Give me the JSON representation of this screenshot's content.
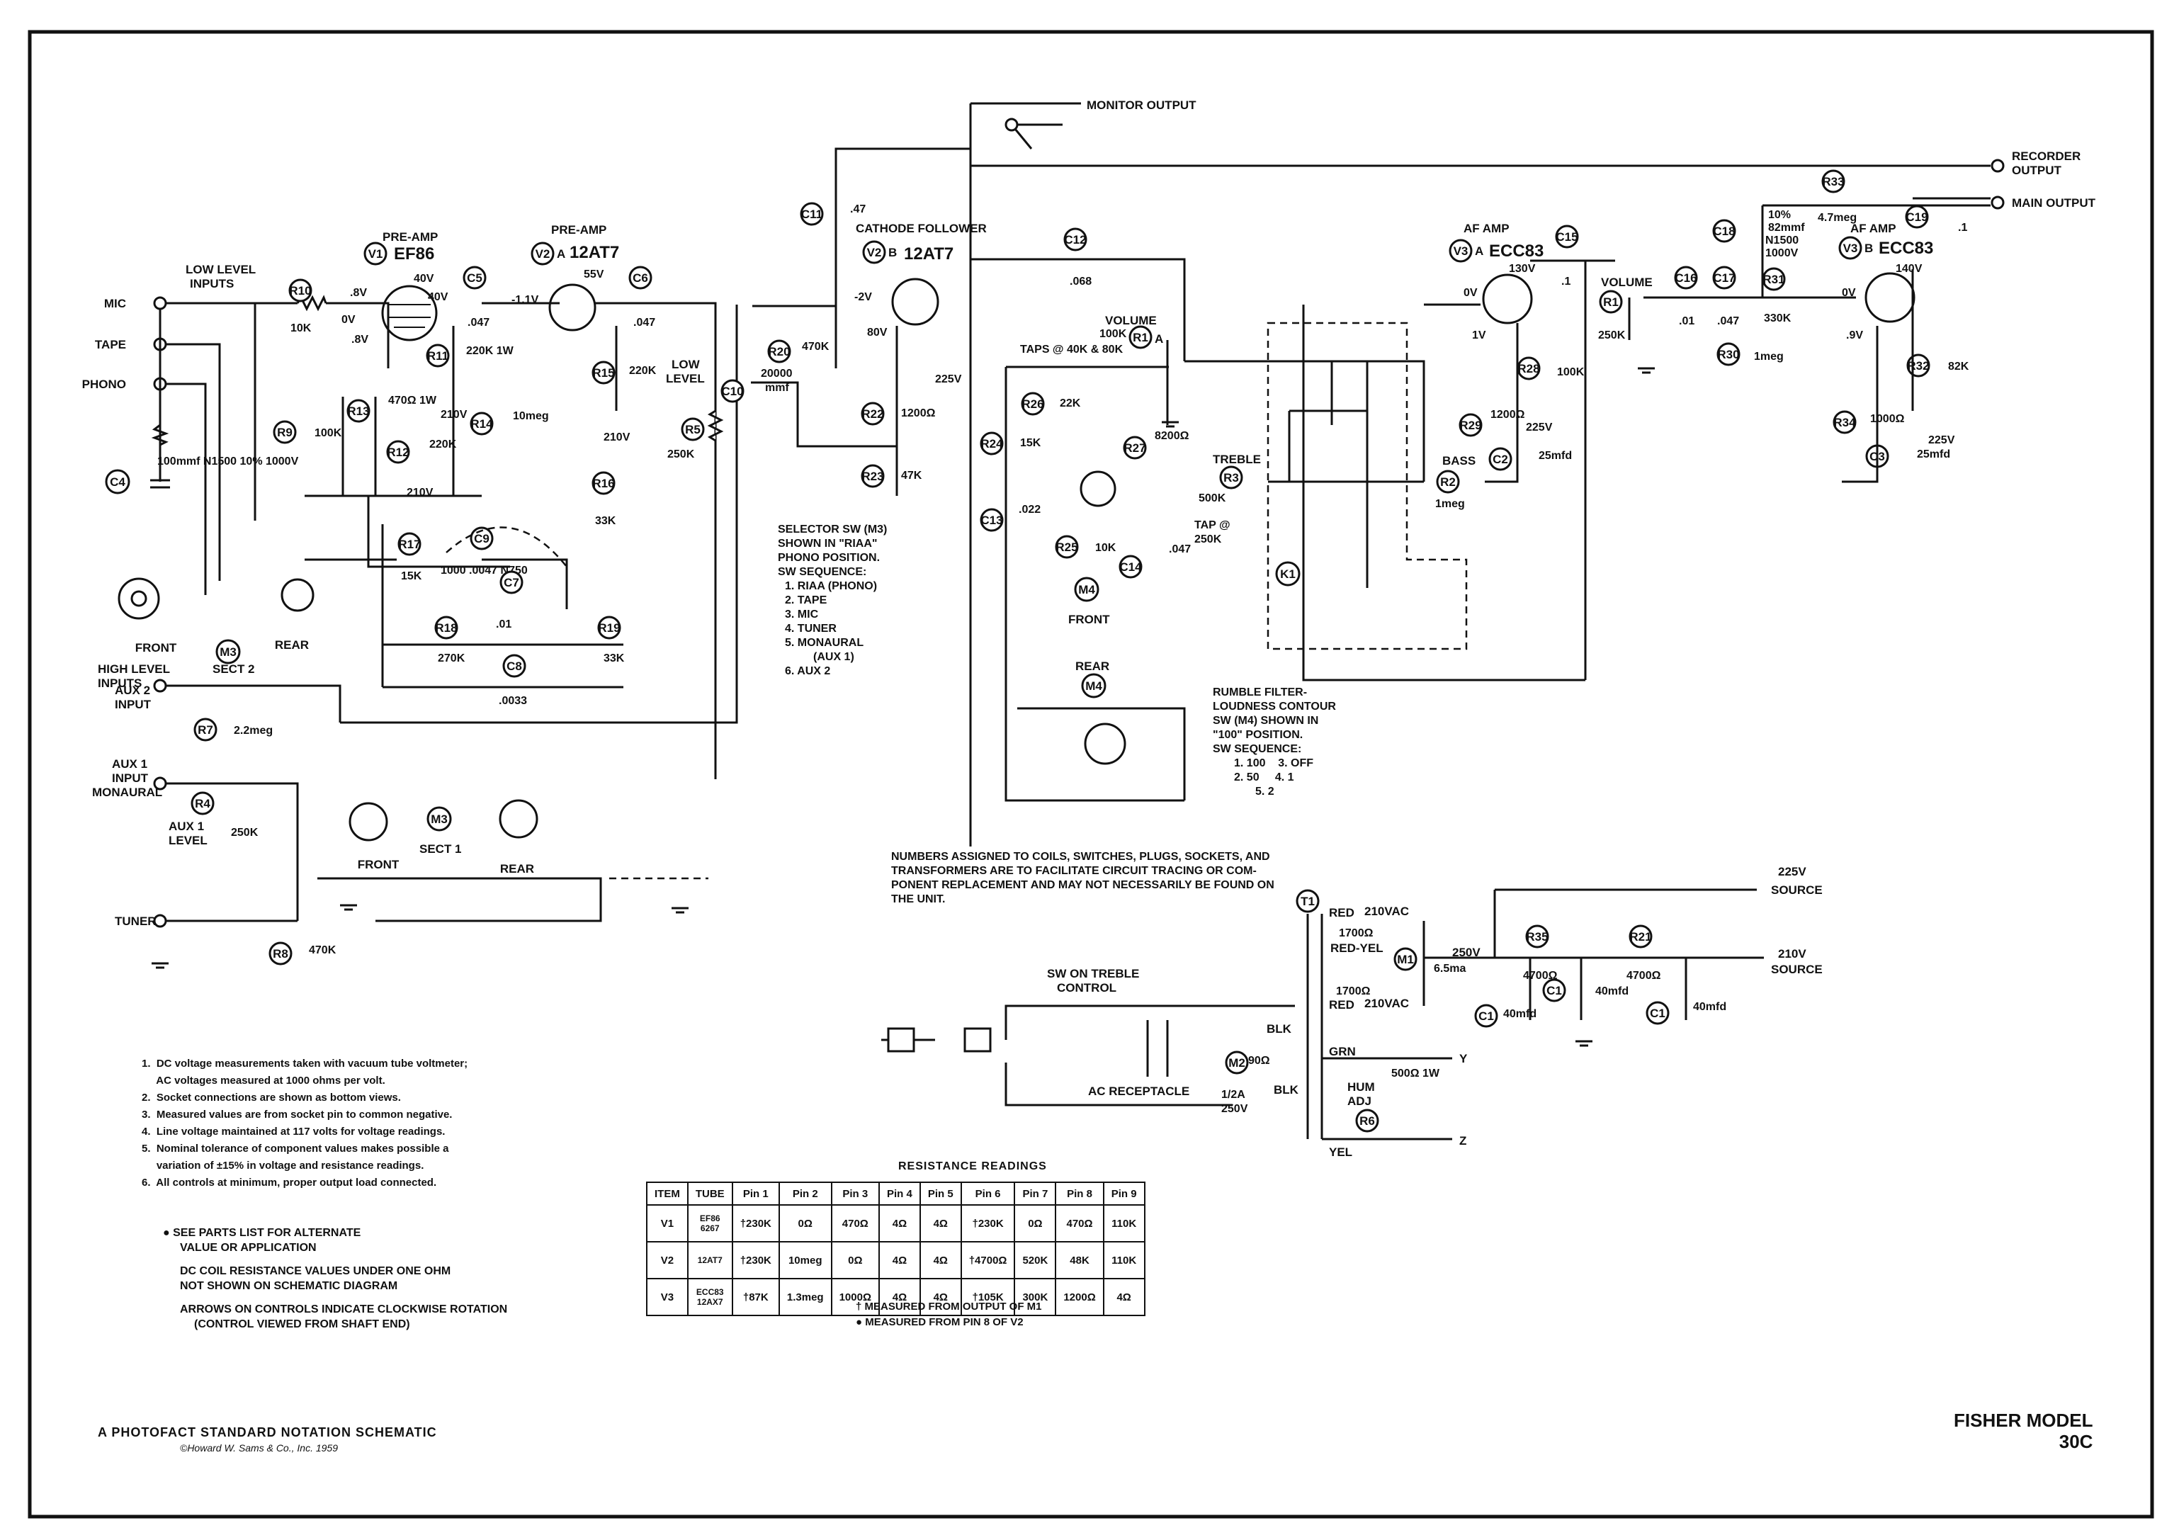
{
  "title": {
    "model": "FISHER MODEL",
    "number": "30C"
  },
  "footer": {
    "notation": "A PHOTOFACT STANDARD NOTATION SCHEMATIC",
    "copyright": "©Howard W. Sams & Co., Inc. 1959"
  },
  "tubes": {
    "v1": {
      "function": "PRE-AMP",
      "ref": "V1",
      "type": "EF86"
    },
    "v2a": {
      "function": "PRE-AMP",
      "ref": "V2",
      "section": "A",
      "type": "12AT7"
    },
    "v2b": {
      "function": "CATHODE FOLLOWER",
      "ref": "V2",
      "section": "B",
      "type": "12AT7"
    },
    "v3a": {
      "function": "AF AMP",
      "ref": "V3",
      "section": "A",
      "type": "ECC83"
    },
    "v3b": {
      "function": "AF AMP",
      "ref": "V3",
      "section": "B",
      "type": "ECC83"
    }
  },
  "inputs": {
    "low_level": "LOW LEVEL INPUTS",
    "mic": "MIC",
    "tape": "TAPE",
    "phono": "PHONO",
    "high_level": "HIGH LEVEL INPUTS",
    "aux2": "AUX 2 INPUT",
    "aux1": "AUX 1 INPUT MONAURAL",
    "tuner": "TUNER"
  },
  "outputs": {
    "monitor": "MONITOR OUTPUT",
    "recorder": "RECORDER OUTPUT",
    "main": "MAIN OUTPUT"
  },
  "controls": {
    "volume_a": "VOLUME",
    "volume_a_ref": "R1 A",
    "volume_a_value": "100K",
    "taps": "TAPS @ 40K & 80K",
    "volume_b": "VOLUME",
    "volume_b_ref": "R1",
    "volume_b_value": "250K",
    "treble": "TREBLE",
    "treble_ref": "R3",
    "treble_value": "500K",
    "treble_tap": "TAP @ 250K",
    "bass": "BASS",
    "bass_ref": "R2",
    "bass_value": "1meg",
    "low_level": "LOW LEVEL",
    "low_level_ref": "R5",
    "low_level_value": "250K",
    "aux1_level": "AUX 1 LEVEL",
    "aux1_level_ref": "R4",
    "aux1_level_value": "250K",
    "hum_adj": "HUM ADJ",
    "hum_ref": "R6",
    "hum_value": "500Ω 1W"
  },
  "switches": {
    "m3_sect2": "M3 SECT 2",
    "m3_sect1": "M3 SECT 1",
    "m4": "M4",
    "front": "FRONT",
    "rear": "REAR",
    "k1": "K1",
    "sw_on_treble": "SW ON TREBLE CONTROL",
    "ac_receptacle": "AC RECEPTACLE"
  },
  "components": {
    "R10": "10K",
    "R9": "100K",
    "R13": "470Ω 1W",
    "R12": "220K",
    "R11": "220K 1W",
    "R14": "10meg",
    "R15": "220K",
    "R16": "33K",
    "R17": "15K",
    "R18": "270K",
    "R19": "33K",
    "R7": "2.2meg",
    "R8": "470K",
    "R20": "470K",
    "R22": "1200Ω",
    "R23": "47K",
    "R24": "15K",
    "R26": "22K",
    "R27": "8200Ω",
    "R25": "10K",
    "R28": "100K",
    "R29": "1200Ω",
    "R30": "1meg",
    "R31": "330K",
    "R32": "82K",
    "R33": "4.7meg",
    "R34": "1000Ω",
    "R35": "4700Ω",
    "R21": "4700Ω",
    "C4": "100mmf N1500 10% 1000V",
    "C5": ".047",
    "C6": ".047",
    "C7": ".01",
    "C8": ".0033",
    "C9": "1000 .0047 N750",
    "C10": "20000 mmf",
    "C11": ".47",
    "C12": ".068",
    "C13": ".022",
    "C14": ".047",
    "C15": ".1",
    "C16": ".01",
    "C17": ".047",
    "C18": "10% 82mmf N1500 1000V",
    "C19": ".1",
    "C2": "25mfd",
    "C3": "25mfd",
    "C1A": "40mfd",
    "C1B": "40mfd",
    "C1C": "40mfd"
  },
  "voltages": {
    "v1_g": ".8V",
    "v1_k": ".8V",
    "v1_0": "0V",
    "v1_p": "40V",
    "v1_s": "40V",
    "v2a_p": "55V",
    "v2a_k": "-1.1V",
    "v2b_g": "-2V",
    "v2b_k": "80V",
    "b210a": "210V",
    "b210b": "210V",
    "b210c": "210V",
    "b225a": "225V",
    "v3a_p": "130V",
    "v3a_0": "0V",
    "v3a_k": "1V",
    "v3b_p": "140V",
    "v3b_0": "0V",
    "v3b_k": ".9V",
    "b225b": "225V",
    "b225c": "225V"
  },
  "power": {
    "t1": "T1",
    "red": "RED",
    "red_yel": "RED-YEL",
    "blk": "BLK",
    "grn": "GRN",
    "yel": "YEL",
    "ac1": "210VAC",
    "ac2": "210VAC",
    "r1700a": "1700Ω",
    "r1700b": "1700Ω",
    "r90": "90Ω",
    "m1": "M1",
    "m1_current": "6.5ma",
    "b250": "250V",
    "m2": "M2",
    "fuse": "1/2A 250V",
    "src225": "225V SOURCE",
    "src210": "210V SOURCE",
    "y": "Y",
    "z": "Z"
  },
  "selector_note": [
    "SELECTOR SW (M3)",
    "SHOWN IN \"RIAA\"",
    "PHONO POSITION.",
    "SW SEQUENCE:",
    "1. RIAA (PHONO)",
    "2. TAPE",
    "3. MIC",
    "4. TUNER",
    "5. MONAURAL",
    "(AUX 1)",
    "6. AUX 2"
  ],
  "rumble_note": [
    "RUMBLE FILTER-",
    "LOUDNESS CONTOUR",
    "SW (M4) SHOWN IN",
    "\"100\" POSITION.",
    "SW SEQUENCE:",
    "1. 100    3. OFF",
    "2. 50     4. 1",
    "5. 2"
  ],
  "numbers_note": [
    "NUMBERS ASSIGNED TO COILS, SWITCHES, PLUGS, SOCKETS, AND",
    "TRANSFORMERS ARE TO FACILITATE CIRCUIT TRACING OR COM-",
    "PONENT REPLACEMENT AND MAY NOT NECESSARILY BE FOUND ON",
    "THE UNIT."
  ],
  "notes": [
    "1.  DC voltage measurements taken with vacuum tube voltmeter;",
    "     AC voltages measured at 1000 ohms per volt.",
    "2.  Socket connections are shown as bottom views.",
    "3.  Measured values are from socket pin to common negative.",
    "4.  Line voltage maintained at 117 volts for voltage readings.",
    "5.  Nominal tolerance of component values makes possible a",
    "     variation of ±15% in voltage and resistance readings.",
    "6.  All controls at minimum, proper output load connected."
  ],
  "caps_notes": [
    "●  SEE PARTS LIST FOR ALTERNATE",
    "VALUE OR APPLICATION",
    "DC COIL RESISTANCE VALUES UNDER ONE OHM",
    "NOT SHOWN ON SCHEMATIC DIAGRAM",
    "ARROWS ON CONTROLS INDICATE CLOCKWISE ROTATION",
    "(CONTROL VIEWED FROM SHAFT END)"
  ],
  "resistance_table": {
    "title": "RESISTANCE READINGS",
    "headers": [
      "ITEM",
      "TUBE",
      "Pin 1",
      "Pin 2",
      "Pin 3",
      "Pin 4",
      "Pin 5",
      "Pin 6",
      "Pin 7",
      "Pin 8",
      "Pin 9"
    ],
    "rows": [
      [
        "V1",
        "EF86 6267",
        "†230K",
        "0Ω",
        "470Ω",
        "4Ω",
        "4Ω",
        "†230K",
        "0Ω",
        "470Ω",
        "110K"
      ],
      [
        "V2",
        "12AT7",
        "†230K",
        "10meg",
        "0Ω",
        "4Ω",
        "4Ω",
        "†4700Ω",
        "520K",
        "48K",
        "110K"
      ],
      [
        "V3",
        "ECC83 12AX7",
        "†87K",
        "1.3meg",
        "1000Ω",
        "4Ω",
        "4Ω",
        "†105K",
        "300K",
        "1200Ω",
        "4Ω"
      ]
    ],
    "legend": [
      "†   MEASURED FROM OUTPUT OF M1",
      "●   MEASURED FROM PIN 8 OF V2"
    ]
  }
}
